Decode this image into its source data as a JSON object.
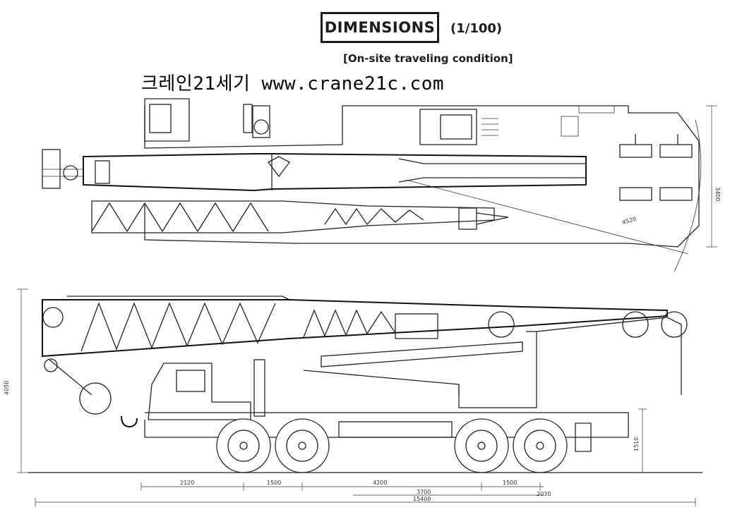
{
  "header": {
    "title": "DIMENSIONS",
    "scale": "(1/100)",
    "condition": "[On-site traveling condition]",
    "watermark": "크레인21세기 www.crane21c.com"
  },
  "top_view": {
    "dimensions": {
      "width": "3400",
      "tail_radius": "4520"
    }
  },
  "side_view": {
    "dimensions": {
      "overall_height": "4050",
      "ground_to_turntable": "1510",
      "wheelbase_segments": [
        "2120",
        "1500",
        "4200",
        "1500",
        "2030"
      ],
      "center_to_axle": "3700",
      "overall_length": "15400"
    }
  }
}
